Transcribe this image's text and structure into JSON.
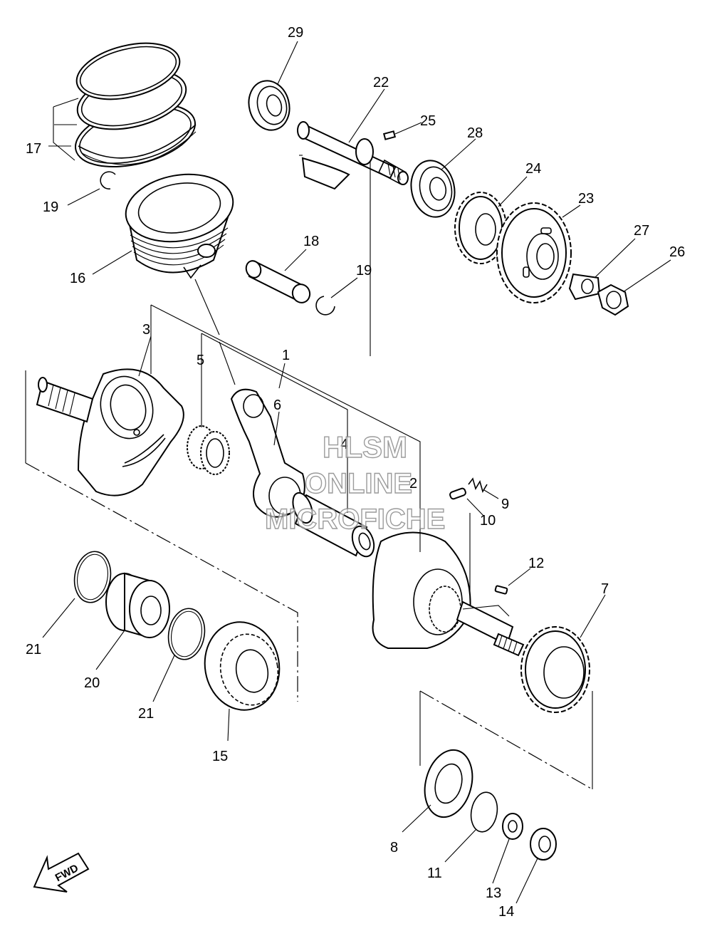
{
  "watermark": {
    "line1": "HLSM",
    "line2": "ONLINE",
    "line3": "MICROFICHE"
  },
  "fwd_label": "FWD",
  "callouts": [
    "29",
    "22",
    "25",
    "28",
    "24",
    "23",
    "27",
    "26",
    "17",
    "19",
    "16",
    "18",
    "19",
    "3",
    "5",
    "1",
    "6",
    "4",
    "2",
    "9",
    "10",
    "12",
    "7",
    "21",
    "20",
    "21",
    "15",
    "8",
    "11",
    "13",
    "14"
  ],
  "colors": {
    "ink": "#000000",
    "watermark": "#8a8a8a",
    "paper": "#ffffff"
  }
}
